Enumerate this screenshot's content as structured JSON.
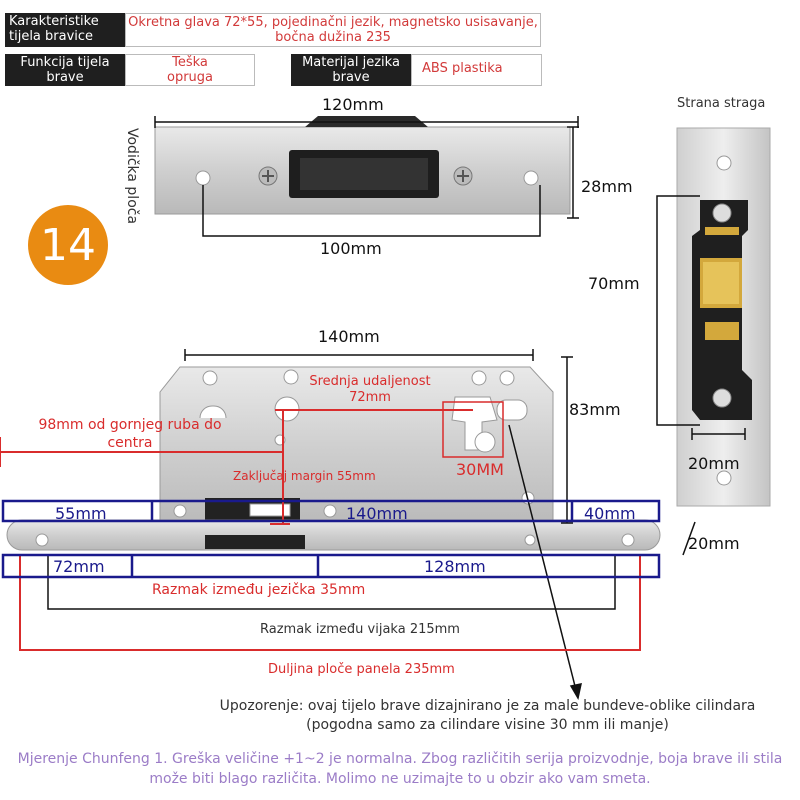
{
  "header": {
    "row1": {
      "label": "Karakteristike tijela bravice",
      "value": "Okretna glava 72*55, pojedinačni jezik, magnetsko usisavanje, bočna dužina 235"
    },
    "row2": {
      "label_a": "Funkcija tijela brave",
      "value_a": "Teška opruga",
      "label_b": "Materijal jezika brave",
      "value_b": "ABS plastika"
    }
  },
  "badge": "14",
  "guide_plate": {
    "side_label": "Vodička ploča",
    "width": "120mm",
    "height": "28mm",
    "hole_span": "100mm"
  },
  "back_view": {
    "title": "Strana straga",
    "height": "70mm",
    "width": "20mm"
  },
  "lock_body": {
    "width": "140mm",
    "height": "83mm",
    "center_distance": "Srednja udaljenost 72mm",
    "top_to_center": "98mm od gornjeg ruba do centra",
    "cylinder_size": "30MM",
    "lock_margin": "Zaključaj margin 55mm",
    "seg_left_top": "55mm",
    "seg_mid_top": "140mm",
    "seg_right_top": "40mm",
    "seg_left_bottom": "72mm",
    "seg_right_bottom": "128mm",
    "faceplate_thickness": "20mm",
    "tongue_spacing": "Razmak između jezička 35mm",
    "screw_spacing": "Razmak između vijaka 215mm",
    "panel_length": "Duljina ploče panela 235mm"
  },
  "warning": "Upozorenje: ovaj tijelo brave dizajnirano je za male bundeve-oblike cilindara (pogodna samo za cilindare visine 30 mm ili manje)",
  "footer": "Mjerenje Chunfeng 1. Greška veličine +1~2 je normalna. Zbog različitih serija proizvodnje, boja brave ili stila može biti blago različita. Molimo ne uzimajte to u obzir ako vam smeta.",
  "colors": {
    "red": "#d92c2c",
    "blue": "#1a1a8c",
    "badge": "#e98b12",
    "footer": "#9b7cc7"
  }
}
